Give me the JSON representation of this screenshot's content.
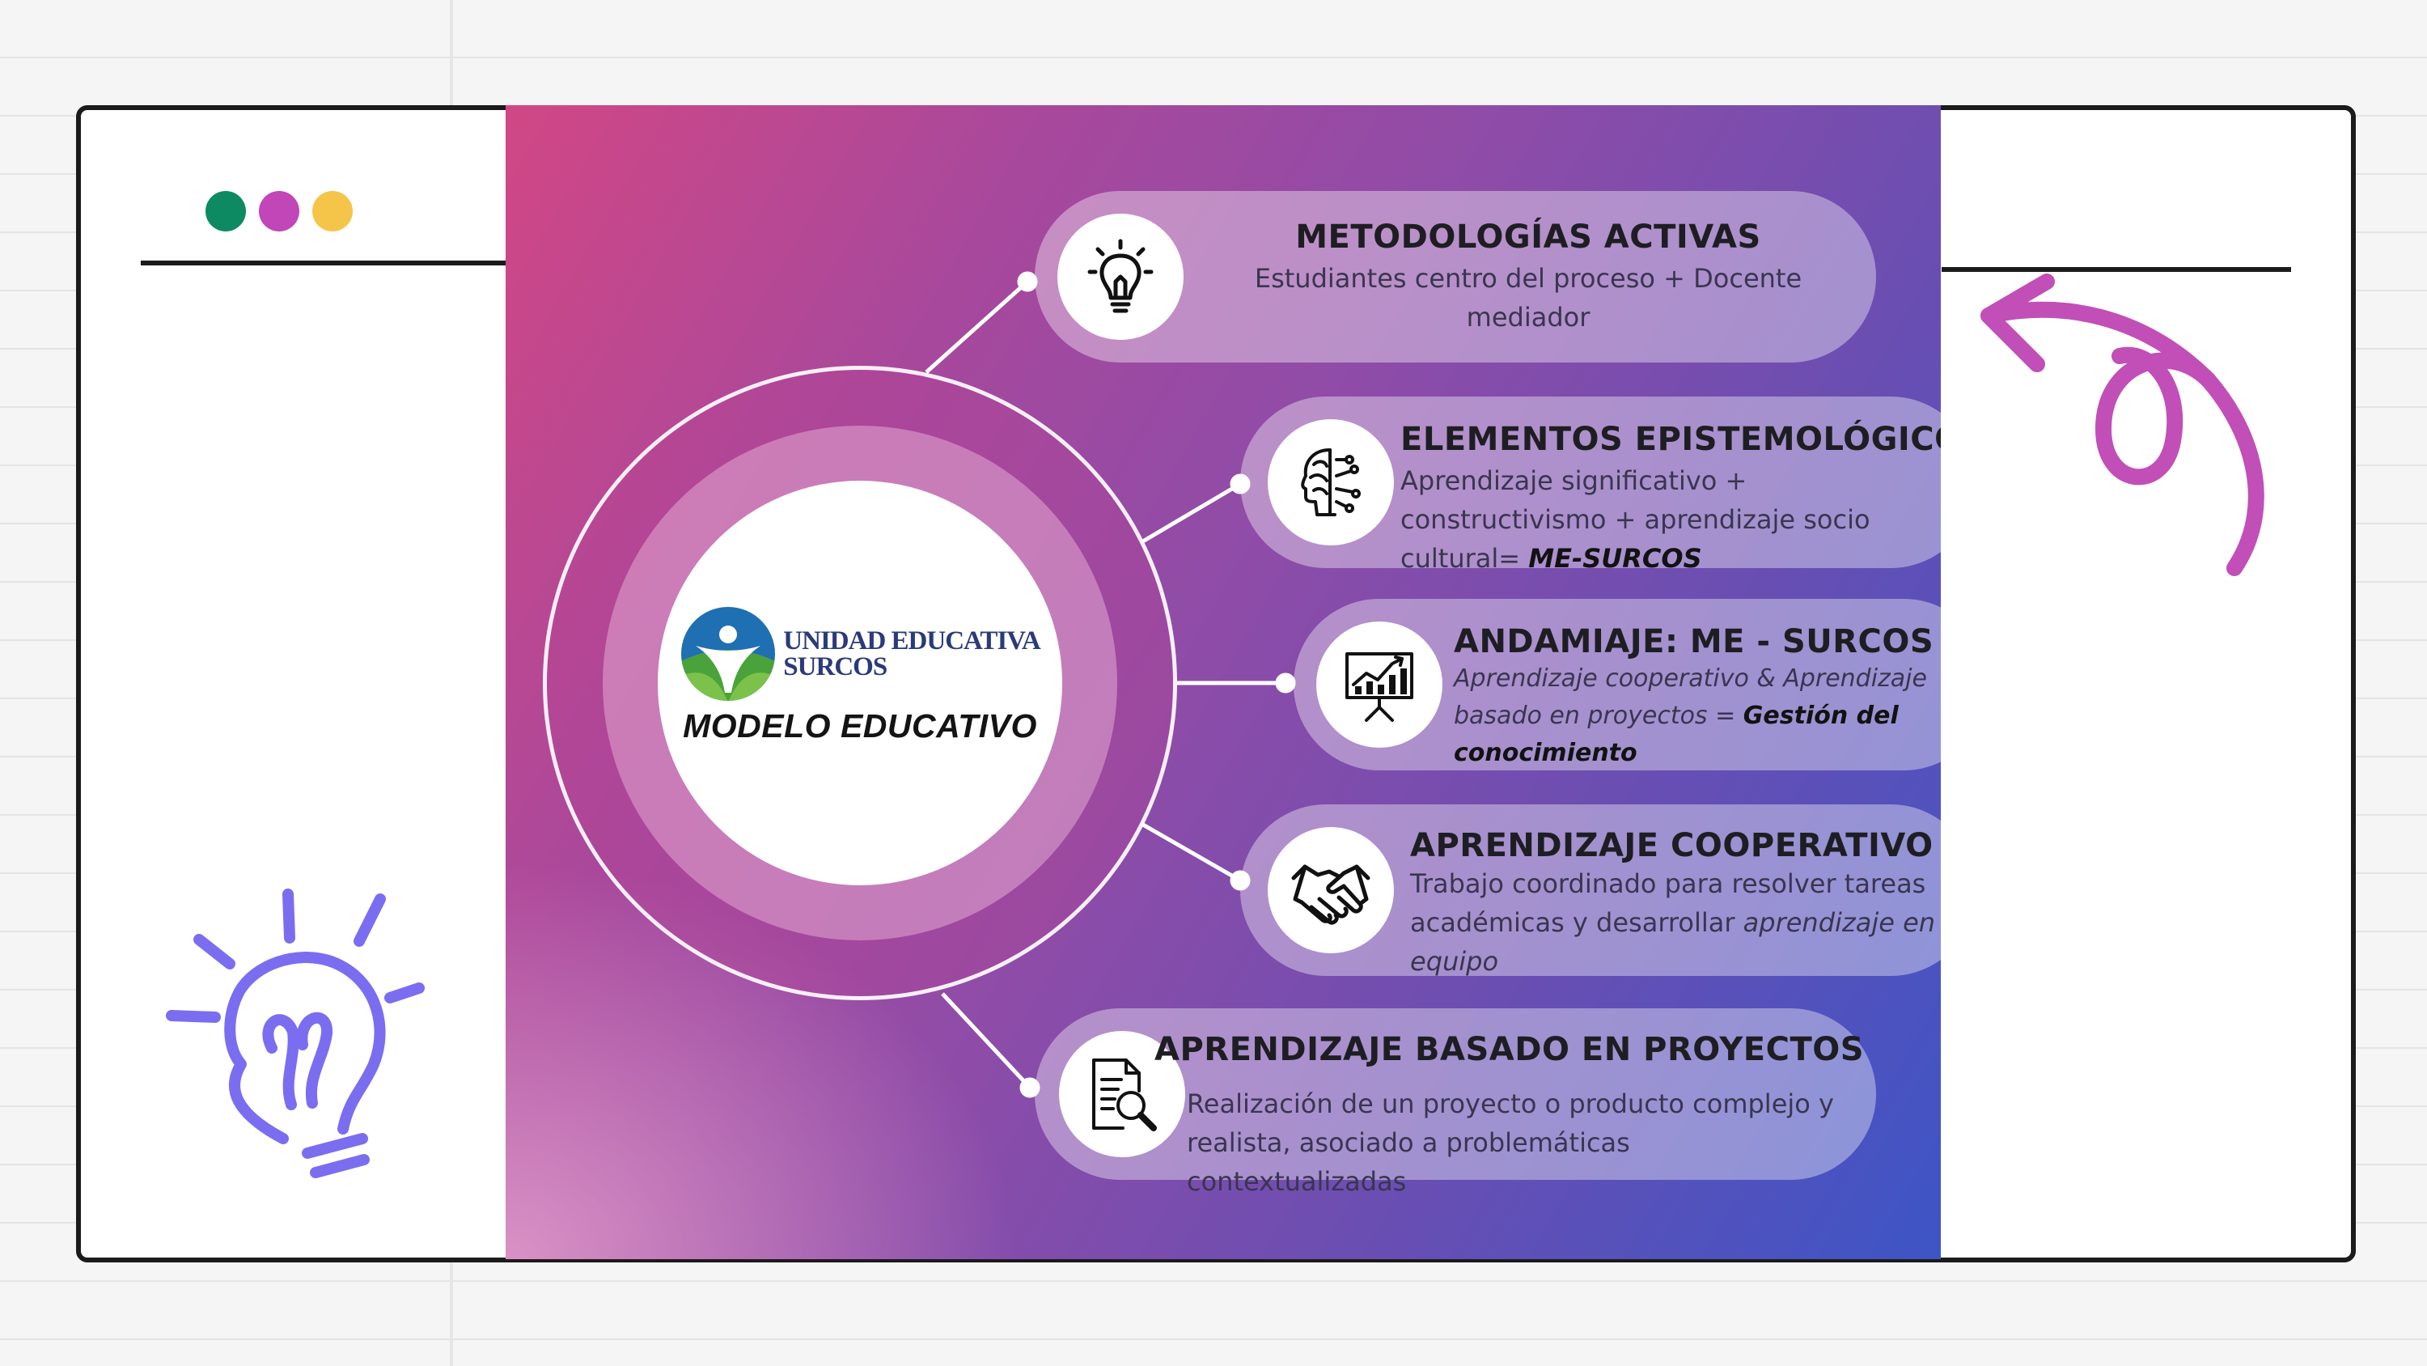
{
  "window": {
    "dot_colors": [
      "#0e8a62",
      "#c146b8",
      "#f5c54a"
    ]
  },
  "center": {
    "logo_line1": "UNIDAD EDUCATIVA",
    "logo_line2": "SURCOS",
    "title": "MODELO EDUCATIVO"
  },
  "items": [
    {
      "title": "METODOLOGÍAS ACTIVAS",
      "desc": "Estudiantes centro del proceso + Docente mediador",
      "icon": "lightbulb-icon"
    },
    {
      "title": "ELEMENTOS EPISTEMOLÓGICOS",
      "desc": "Aprendizaje significativo + constructivismo + aprendizaje socio cultural=",
      "desc_strong": "ME-SURCOS",
      "icon": "brain-head-icon"
    },
    {
      "title": "ANDAMIAJE: ME - SURCOS",
      "desc": "Aprendizaje cooperativo & Aprendizaje basado en proyectos =",
      "desc_strong": "Gestión del conocimiento",
      "icon": "presentation-chart-icon"
    },
    {
      "title": "APRENDIZAJE COOPERATIVO",
      "desc": "Trabajo coordinado para resolver tareas académicas y desarrollar",
      "desc_em": "aprendizaje en equipo",
      "icon": "handshake-icon"
    },
    {
      "title": "APRENDIZAJE BASADO EN PROYECTOS",
      "desc": "Realización de un proyecto o producto complejo y realista, asociado  a problemáticas contextualizadas",
      "icon": "document-search-icon"
    }
  ],
  "colors": {
    "gradient_start": "#d14785",
    "gradient_end": "#3d55c6",
    "arrow": "#c14fb7",
    "bulb_doodle": "#7b6df0"
  }
}
